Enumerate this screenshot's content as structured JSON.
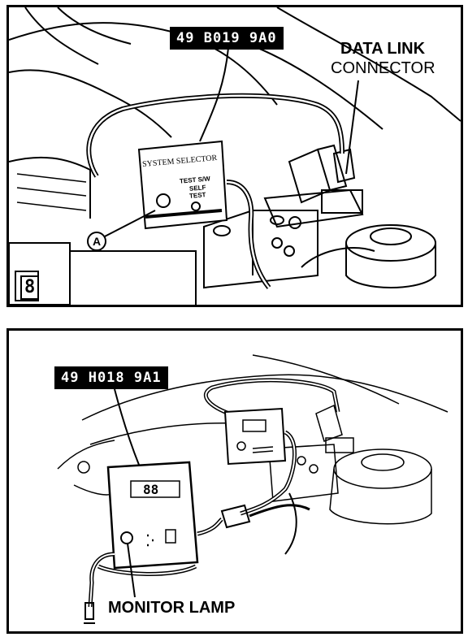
{
  "panel1": {
    "tool_tag": "49 B019 9A0",
    "connector_label_line1": "DATA LINK",
    "connector_label_line2": "CONNECTOR",
    "selector_title": "SYSTEM SELECTOR",
    "test_sw_line1": "TEST S/W",
    "test_sw_line2": "SELF",
    "test_sw_line3": "TEST",
    "callout_a": "A",
    "page_marker": "8"
  },
  "panel2": {
    "tool_tag": "49 H018 9A1",
    "lamp_label": "MONITOR LAMP"
  },
  "colors": {
    "ink": "#000000",
    "paper": "#ffffff"
  }
}
